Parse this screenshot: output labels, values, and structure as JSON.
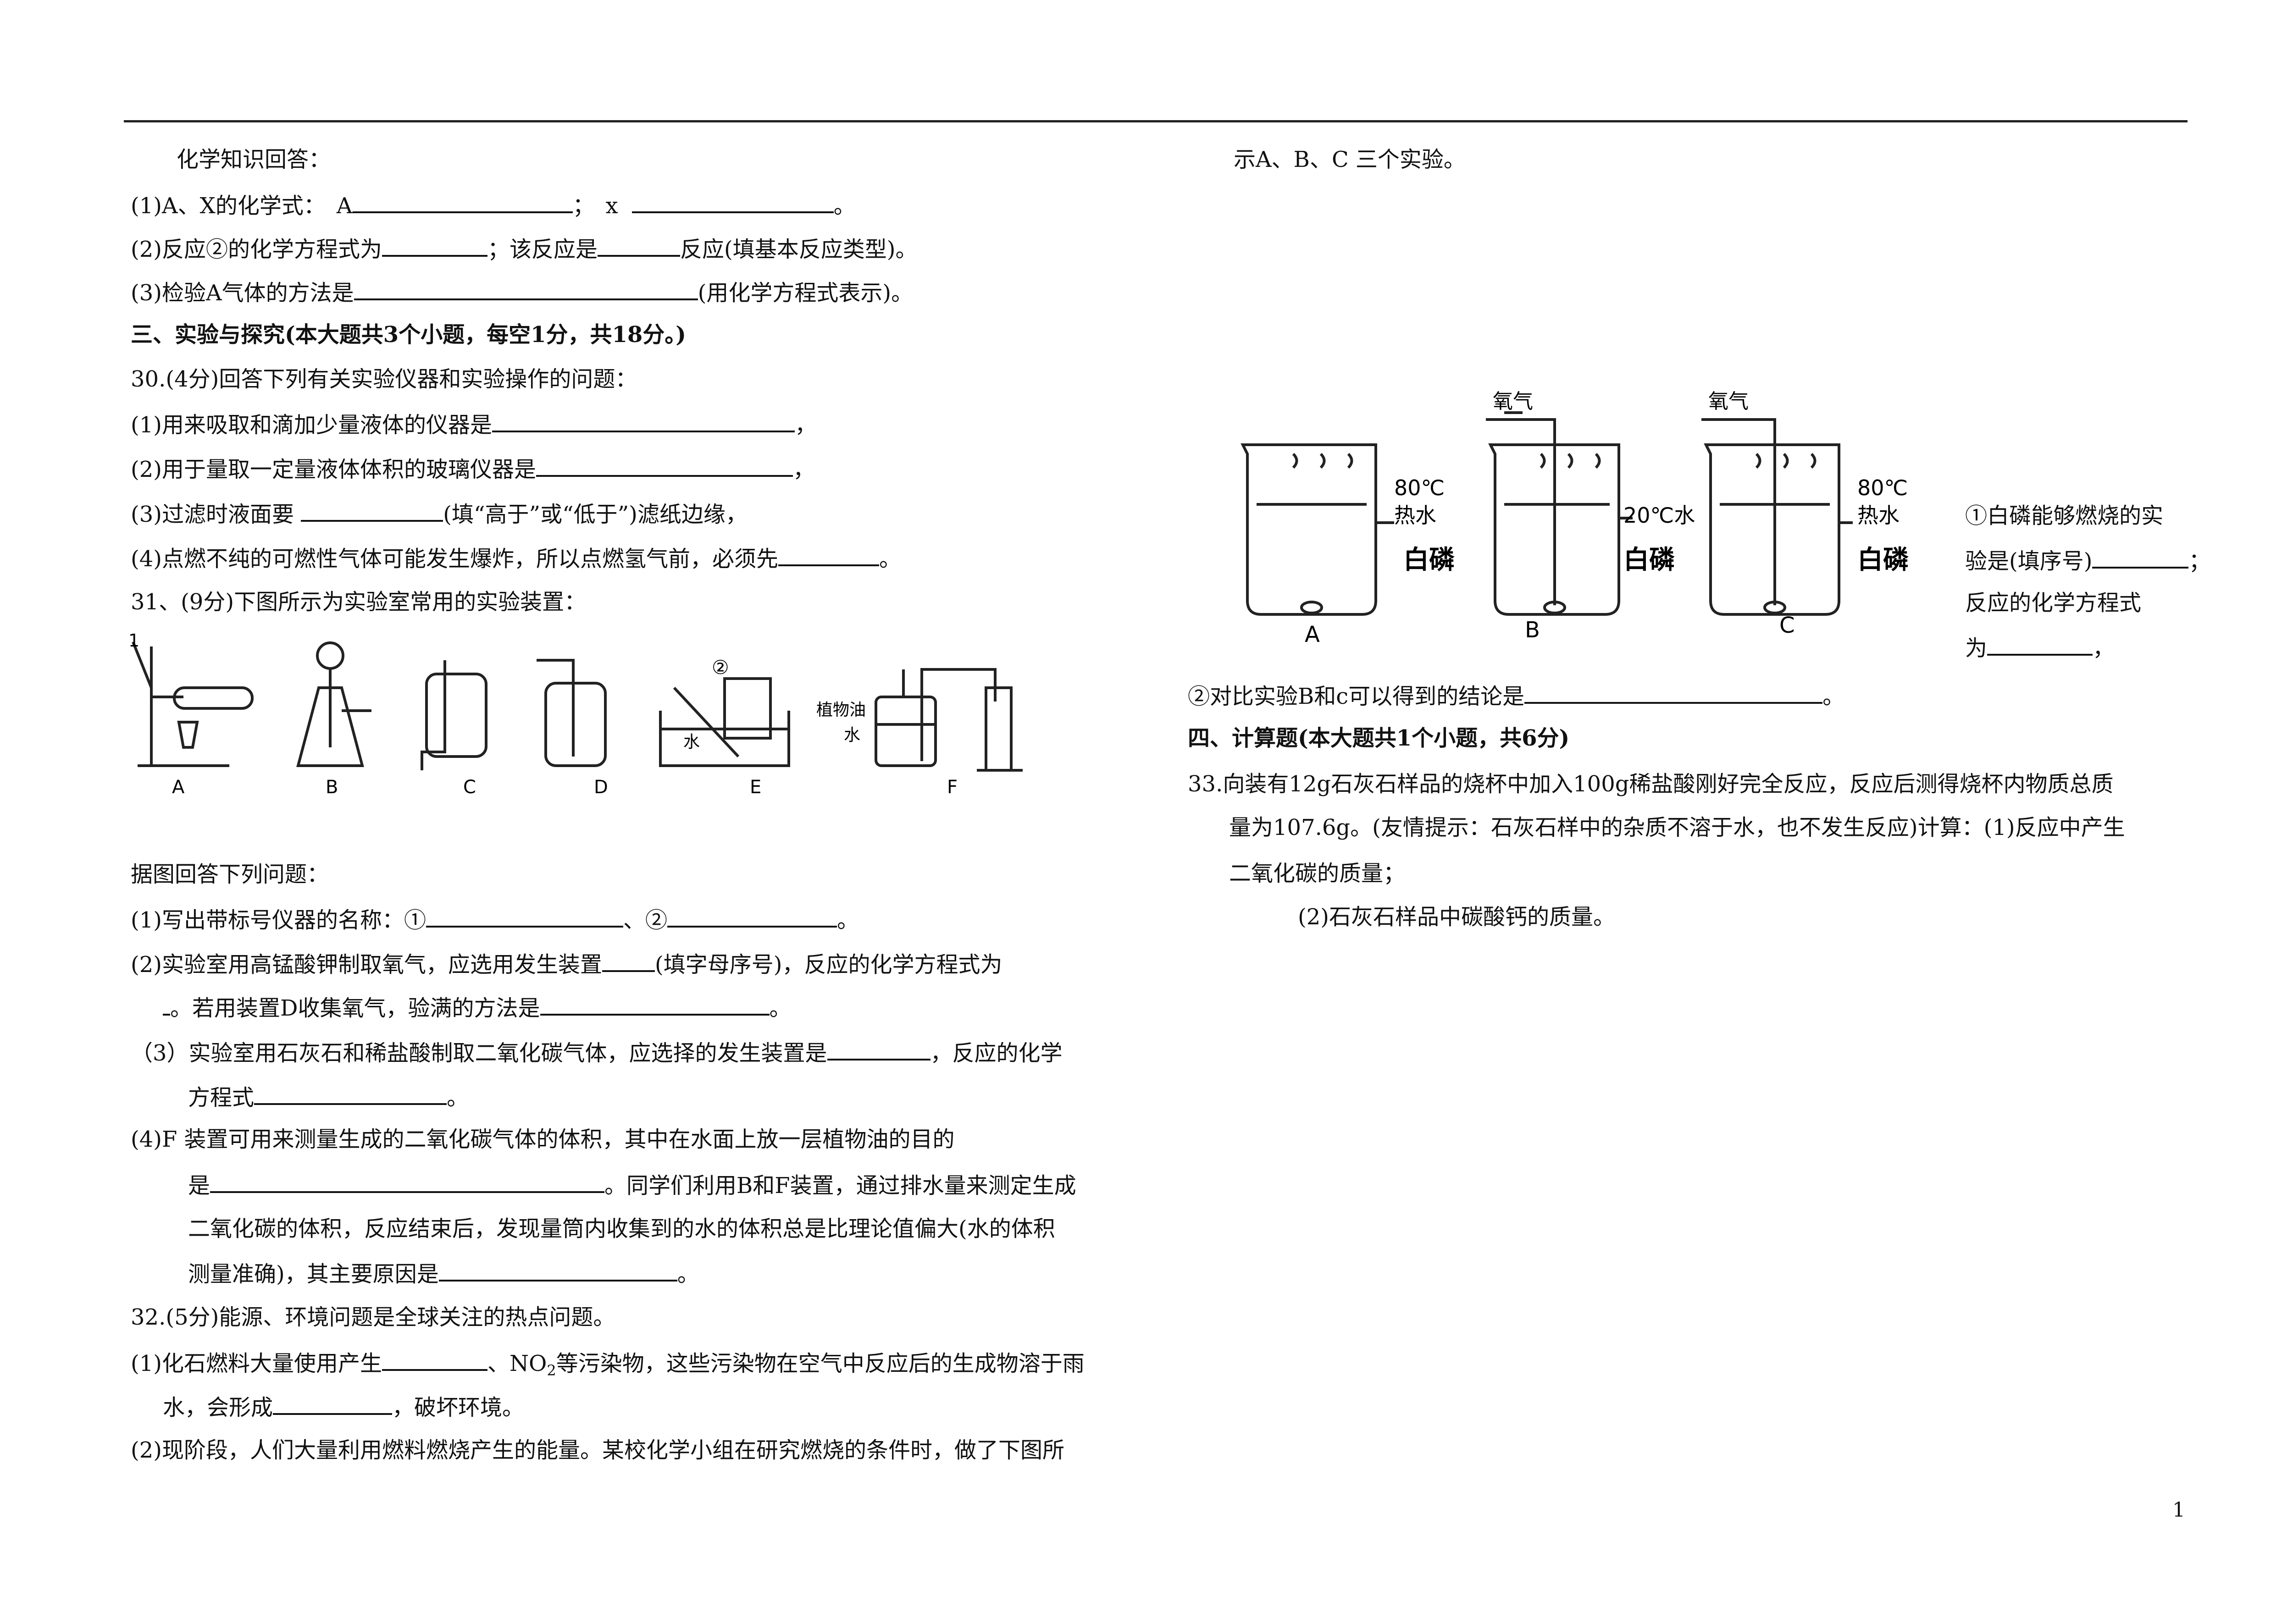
{
  "left": {
    "l1": "化学知识回答：",
    "l2a": "(1)A、X的化学式：　A",
    "l2b": "；　x",
    "l2c": "。",
    "l3a": "(2)反应②的化学方程式为",
    "l3b": "；该反应是",
    "l3c": "反应(填基本反应类型)。",
    "l4a": "(3)检验A气体的方法是",
    "l4b": "(用化学方程式表示)。",
    "sec3": "三、实验与探究(本大题共3个小题，每空1分，共18分。)",
    "q30": "30.(4分)回答下列有关实验仪器和实验操作的问题：",
    "q30_1a": "(1)用来吸取和滴加少量液体的仪器是",
    "q30_1b": "，",
    "q30_2a": "(2)用于量取一定量液体体积的玻璃仪器是",
    "q30_2b": "，",
    "q30_3a": "(3)过滤时液面要 ",
    "q30_3b": "(填“高于”或“低于”)滤纸边缘，",
    "q30_4a": "(4)点燃不纯的可燃性气体可能发生爆炸，所以点燃氢气前，必须先",
    "q30_4b": "。",
    "q31": "31、(9分)下图所示为实验室常用的实验装置：",
    "q31_intro": "据图回答下列问题：",
    "q31_1a": "(1)写出带标号仪器的名称：①",
    "q31_1b": "、②",
    "q31_1c": "。",
    "q31_2a": "(2)实验室用高锰酸钾制取氧气，应选用发生装置",
    "q31_2b": "(填字母序号)，反应的化学方程式为",
    "q31_2c": "。若用装置D收集氧气，验满的方法是",
    "q31_2d": "。",
    "q31_3a": "（3）实验室用石灰石和稀盐酸制取二氧化碳气体，应选择的发生装置是",
    "q31_3b": "，反应的化学",
    "q31_3c": "方程式",
    "q31_3d": "。",
    "q31_4a": "(4)F 装置可用来测量生成的二氧化碳气体的体积，其中在水面上放一层植物油的目的",
    "q31_4b": "是",
    "q31_4c": "。同学们利用B和F装置，通过排水量来测定生成",
    "q31_4d": "二氧化碳的体积，反应结束后，发现量筒内收集到的水的体积总是比理论值偏大(水的体积",
    "q31_4e": "测量准确)，其主要原因是",
    "q31_4f": "。",
    "q32": "32.(5分)能源、环境问题是全球关注的热点问题。",
    "q32_1a": "(1)化石燃料大量使用产生",
    "q32_1b": "、NO",
    "q32_1sub": "2",
    "q32_1c": "等污染物，这些污染物在空气中反应后的生成物溶于雨",
    "q32_1d": "水，会形成",
    "q32_1e": "，破坏环境。",
    "q32_2": "(2)现阶段，人们大量利用燃料燃烧产生的能量。某校化学小组在研究燃烧的条件时，做了下图所"
  },
  "apparatus": {
    "label_1": "1",
    "label_2": "②",
    "oil": "植物油",
    "water1": "水",
    "water2": "水",
    "letters": [
      "A",
      "B",
      "C",
      "D",
      "E",
      "F"
    ]
  },
  "right": {
    "r1": "示A、B、C 三个实验。",
    "figA": "A",
    "figB": "B",
    "figC": "C",
    "oxygen": "氧气",
    "hot80a": "80℃",
    "hotwater": "热水",
    "wp": "白磷",
    "cold20": "20℃水",
    "side1a": "①白磷能够燃烧的实",
    "side2a": "验是(填序号)",
    "side2b": "；",
    "side3": "反应的化学方程式",
    "side4a": "为",
    "side4b": "，",
    "r2a": "②对比实验B和c可以得到的结论是",
    "r2b": "。",
    "sec4": "四、计算题(本大题共1个小题，共6分)",
    "q33a": "33.向装有12g石灰石样品的烧杯中加入100g稀盐酸刚好完全反应，反应后测得烧杯内物质总质",
    "q33b": "量为107.6g。(友情提示：石灰石样中的杂质不溶于水，也不发生反应)计算：(1)反应中产生",
    "q33c": "二氧化碳的质量；",
    "q33d": "(2)石灰石样品中碳酸钙的质量。"
  },
  "page_number": "1"
}
